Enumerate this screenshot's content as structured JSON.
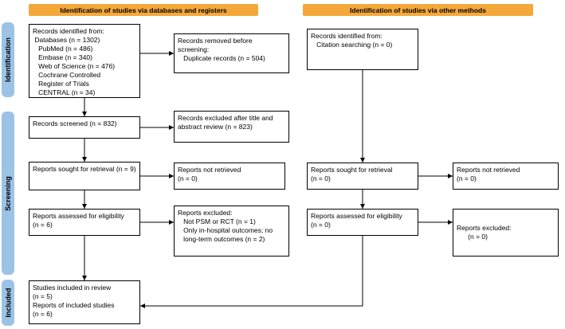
{
  "colors": {
    "header-orange": "#F5A83A",
    "stage-blue": "#9CC3E5",
    "box-border": "#000000",
    "arrow": "#000000",
    "background": "#FFFFFF"
  },
  "headers": {
    "databases_registers": "Identification of studies via databases and registers",
    "other_methods": "Identification of studies via other methods"
  },
  "stages": {
    "identification": "Identification",
    "screening": "Screening",
    "included": "Included"
  },
  "boxes": {
    "records_identified_databases": "Records identified from:\n Databases (n = 1302)\n   PubMed (n = 486)\n   Embase (n = 340)\n   Web of Science (n = 476)\n   Cochrane Controlled\n   Register of Trials\n   CENTRAL (n = 34)",
    "records_removed": "Records removed before screening:\n   Duplicate records (n = 504)",
    "records_identified_other": "Records identified from:\n   Citation searching (n = 0)",
    "records_screened": "Records screened (n = 832)",
    "records_excluded_title_abstract": "Records excluded after title and abstract review (n = 823)",
    "reports_sought_databases": "Reports sought for retrieval (n = 9)",
    "reports_not_retrieved_databases": "Reports not retrieved\n(n = 0)",
    "reports_sought_other": "Reports sought for retrieval\n(n = 0)",
    "reports_not_retrieved_other": "Reports not retrieved\n(n = 0)",
    "reports_assessed_databases": "Reports assessed for eligibility\n(n = 6)",
    "reports_excluded_databases": "Reports excluded:\n   Not PSM or RCT (n = 1)\n   Only in-hospital outcomes; no\n   long-term outcomes (n = 2)",
    "reports_assessed_other": "Reports assessed for eligibility\n(n = 0)",
    "reports_excluded_other": "Reports excluded:\n      (n = 0)",
    "studies_included": "Studies included in review\n(n = 5)\nReports of included studies\n(n = 6)"
  }
}
